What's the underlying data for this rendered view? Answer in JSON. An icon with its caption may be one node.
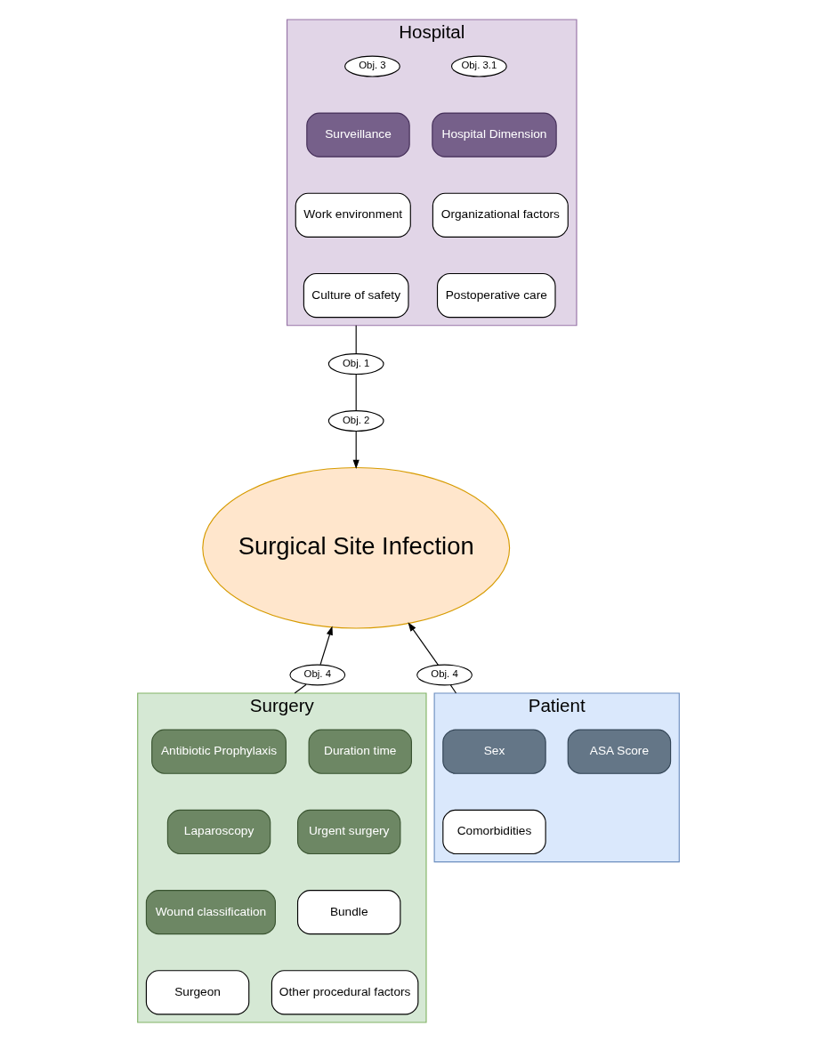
{
  "diagram": {
    "nodes": [
      {
        "text": [
          "Hospital"
        ]
      },
      {
        "text": [
          "Obj. 3"
        ],
        "in": 0
      },
      {
        "text": [
          "Obj. 3.1"
        ],
        "in": 0
      },
      {
        "text": [
          "Surveillance"
        ],
        "in": 0
      },
      {
        "text": [
          "Hospital Dimension"
        ],
        "in": 0
      },
      {
        "text": [
          "Work environment"
        ],
        "in": 0
      },
      {
        "text": [
          "Organizational factors"
        ],
        "in": 0
      },
      {
        "text": [
          "Culture of safety"
        ],
        "in": 0
      },
      {
        "text": [
          "Postoperative care"
        ],
        "in": 0
      },
      {
        "text": [
          "Obj. 1"
        ]
      },
      {
        "text": [
          "Obj. 2"
        ]
      },
      {
        "text": [
          "Surgical Site Infection"
        ]
      },
      {
        "text": [
          "Obj. 4"
        ]
      },
      {
        "text": [
          "Surgery"
        ]
      },
      {
        "text": [
          "Antibiotic Prophylaxis"
        ],
        "in": 13
      },
      {
        "text": [
          "Duration time"
        ],
        "in": 13
      },
      {
        "text": [
          "Laparoscopy"
        ],
        "in": 13
      },
      {
        "text": [
          "Urgent surgery"
        ],
        "in": 13
      },
      {
        "text": [
          "Wound classification"
        ],
        "in": 13
      },
      {
        "text": [
          "Bundle"
        ],
        "in": 13
      },
      {
        "text": [
          "Surgeon"
        ],
        "in": 13
      },
      {
        "text": [
          "Other procedural factors"
        ],
        "in": 13
      },
      {
        "text": [
          "Obj. 4"
        ]
      },
      {
        "text": [
          "Patient"
        ]
      },
      {
        "text": [
          "Sex"
        ],
        "in": 23
      },
      {
        "text": [
          "ASA Score"
        ],
        "in": 23
      },
      {
        "text": [
          "Comorbidities"
        ],
        "in": 23
      }
    ],
    "edges": [
      {
        "from": 0,
        "to": 9,
        "arrow": "none"
      },
      {
        "from": 9,
        "to": 10,
        "arrow": "none"
      },
      {
        "from": 10,
        "to": 11,
        "arrow": "to"
      },
      {
        "from": 13,
        "to": 12,
        "arrow": "none"
      },
      {
        "from": 12,
        "to": 11,
        "arrow": "to"
      },
      {
        "from": 23,
        "to": 22,
        "arrow": "none"
      },
      {
        "from": 22,
        "to": 11,
        "arrow": "to"
      }
    ]
  }
}
